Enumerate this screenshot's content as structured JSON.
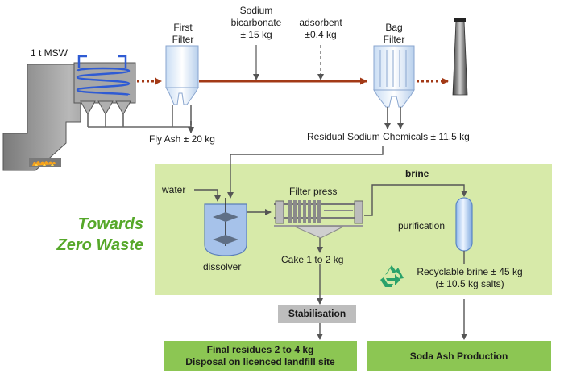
{
  "labels": {
    "msw": "1 t MSW",
    "first_filter_1": "First",
    "first_filter_2": "Filter",
    "sodium_1": "Sodium",
    "sodium_2": "bicarbonate",
    "sodium_3": "± 15 kg",
    "adsorbent_1": "adsorbent",
    "adsorbent_2": "±0,4 kg",
    "bag_1": "Bag",
    "bag_2": "Filter",
    "fly_ash": "Fly Ash ± 20 kg",
    "residual": "Residual Sodium Chemicals ± 11.5 kg",
    "brine": "brine",
    "water": "water",
    "filter_press": "Filter press",
    "purification": "purification",
    "dissolver": "dissolver",
    "cake": "Cake 1 to 2 kg",
    "recyclable_1": "Recyclable brine ± 45 kg",
    "recyclable_2": "(± 10.5 kg salts)"
  },
  "towards_1": "Towards",
  "towards_2": "Zero Waste",
  "boxes": {
    "stabilisation": "Stabilisation",
    "final_1": "Final residues 2 to 4 kg",
    "final_2": "Disposal on licenced landfill site",
    "soda": "Soda Ash Production"
  },
  "colors": {
    "green_panel": "#d7eaa9",
    "green_box": "#8cc653",
    "flue_line": "#a33a17",
    "zero_waste_text": "#56a82a",
    "stabilisation_box": "#bdbdbd",
    "coil": "#2f5bd3"
  },
  "icons": [
    "incinerator-icon",
    "filter-silo-icon",
    "bag-filter-icon",
    "stack-icon",
    "dissolver-tank-icon",
    "filter-press-icon",
    "purification-column-icon",
    "recycle-icon"
  ]
}
